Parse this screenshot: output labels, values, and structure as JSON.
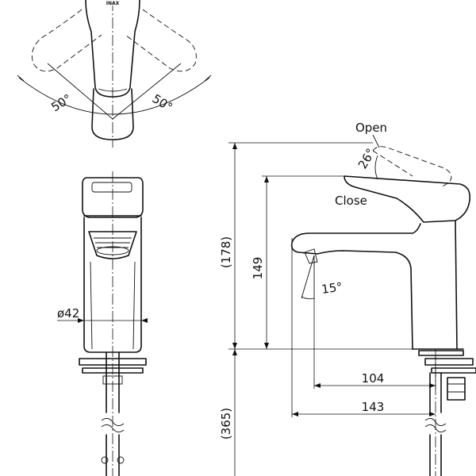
{
  "labels": {
    "angle_left": "50°",
    "angle_right": "50°",
    "brand": "INAX",
    "diameter": "ø42",
    "open": "Open",
    "close": "Close",
    "lever_angle": "26°",
    "spout_angle": "15°",
    "height_total": "(178)",
    "height_spout": "149",
    "reach_spout": "104",
    "reach_total": "143",
    "pipe_length": "(365)"
  }
}
